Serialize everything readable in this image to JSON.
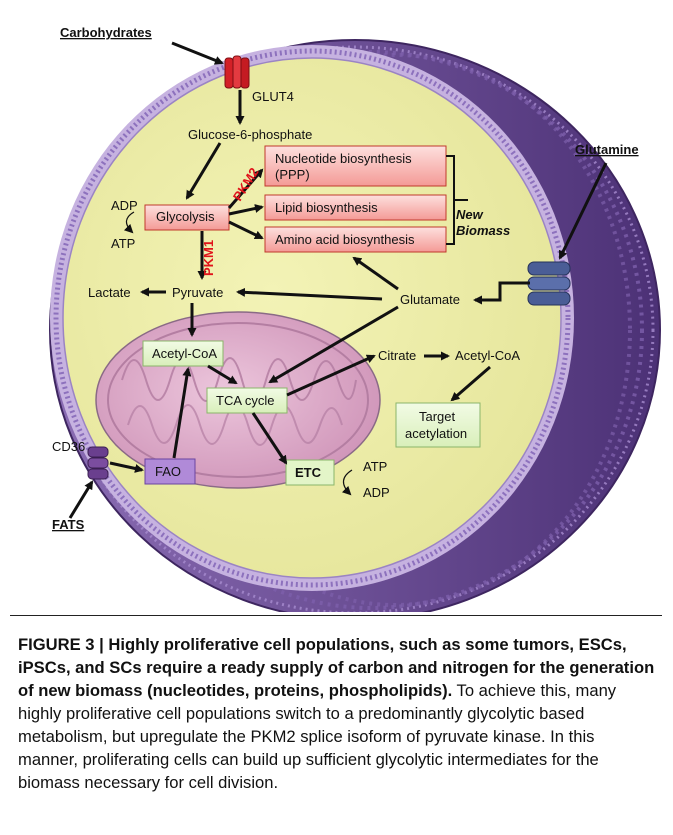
{
  "labels": {
    "carbohydrates": "Carbohydrates",
    "glut4": "GLUT4",
    "g6p": "Glucose-6-phosphate",
    "adp1": "ADP",
    "atp1": "ATP",
    "glycolysis": "Glycolysis",
    "pkm2": "PKM2",
    "pkm1": "PKM1",
    "nucleotide_line1": "Nucleotide biosynthesis",
    "nucleotide_line2": "(PPP)",
    "lipid": "Lipid biosynthesis",
    "amino": "Amino acid biosynthesis",
    "new_biomass_line1": "New",
    "new_biomass_line2": "Biomass",
    "glutamine": "Glutamine",
    "lactate": "Lactate",
    "pyruvate": "Pyruvate",
    "glutamate": "Glutamate",
    "acetylcoa_mito": "Acetyl-CoA",
    "citrate": "Citrate",
    "acetylcoa_cyto": "Acetyl-CoA",
    "tca": "TCA cycle",
    "target_line1": "Target",
    "target_line2": "acetylation",
    "cd36": "CD36",
    "fao": "FAO",
    "etc": "ETC",
    "atp2": "ATP",
    "adp2": "ADP",
    "fats": "FATS"
  },
  "caption": {
    "bold": "FIGURE 3 | Highly proliferative cell populations, such as some tumors, ESCs, iPSCs, and SCs require a ready supply of carbon and nitrogen for the generation of new biomass (nucleotides, proteins, phospholipids).",
    "body": " To achieve this, many highly proliferative cell populations switch to a predominantly glycolytic based metabolism, but upregulate the PKM2 splice isoform of pyruvate kinase. In this manner, proliferating cells can build up sufficient glycolytic intermediates for the biomass necessary for cell division."
  },
  "colors": {
    "cytoplasm": "#eeeeaa",
    "membrane": "#6b4a94",
    "mitochondrion": "#d9a8c6",
    "red_box": "#f6a3a0",
    "green_box": "#e3f5c8",
    "fao_box": "#b08ad8",
    "enzyme_label": "#e0141b"
  }
}
